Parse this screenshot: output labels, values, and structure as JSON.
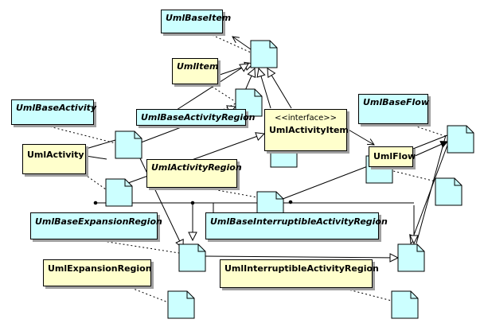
{
  "diagram": {
    "classes": {
      "uml_base_item": "UmlBaseItem",
      "uml_item": "UmlItem",
      "uml_base_activity": "UmlBaseActivity",
      "uml_base_activity_region": "UmlBaseActivityRegion",
      "uml_activity_item_stereotype": "<<interface>>",
      "uml_activity_item": "UmlActivityItem",
      "uml_base_flow": "UmlBaseFlow",
      "uml_activity": "UmlActivity",
      "uml_activity_region": "UmlActivityRegion",
      "uml_flow": "UmlFlow",
      "uml_base_expansion_region": "UmlBaseExpansionRegion",
      "uml_base_interruptible_activity_region": "UmlBaseInterruptibleActivityRegion",
      "uml_expansion_region": "UmlExpansionRegion",
      "uml_interruptible_activity_region": "UmlInterruptibleActivityRegion"
    },
    "colors": {
      "base_class_fill": "#ccffff",
      "user_class_fill": "#ffffcc",
      "note_fill": "#ccffff",
      "line": "#000000"
    }
  }
}
